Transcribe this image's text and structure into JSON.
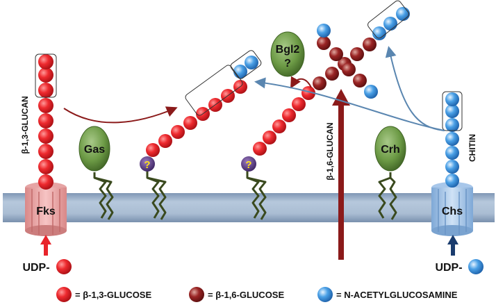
{
  "labels": {
    "glucan13": "β-1,3-GLUCAN",
    "glucan16": "β-1,6-GLUCAN",
    "chitin": "CHITIN",
    "fks": "Fks",
    "chs": "Chs",
    "gas": "Gas",
    "crh": "Crh",
    "bgl2_line1": "Bgl2",
    "bgl2_line2": "?",
    "unknown_anchor": "?",
    "udp_left": "UDP-",
    "udp_right": "UDP-"
  },
  "legend": [
    {
      "text": "= β-1,3-GLUCOSE",
      "color": "#e8242b"
    },
    {
      "text": "= β-1,6-GLUCOSE",
      "color": "#8b1a1a"
    },
    {
      "text": "= N-ACETYLGLUCOSAMINE",
      "color": "#3a8fd8"
    }
  ],
  "colors": {
    "membrane": "#9bb0c9",
    "glucan13": "#e8242b",
    "glucan16": "#8b1a1a",
    "glcnac": "#3a8fd8",
    "enzyme": "#6c9a45",
    "gpi_anchor": "#3a4a1e",
    "arrow_dark_red": "#8b1a1a",
    "arrow_blue": "#5a86b0",
    "fks_channel": "#e8a0a0",
    "chs_channel": "#9cc0e6"
  }
}
